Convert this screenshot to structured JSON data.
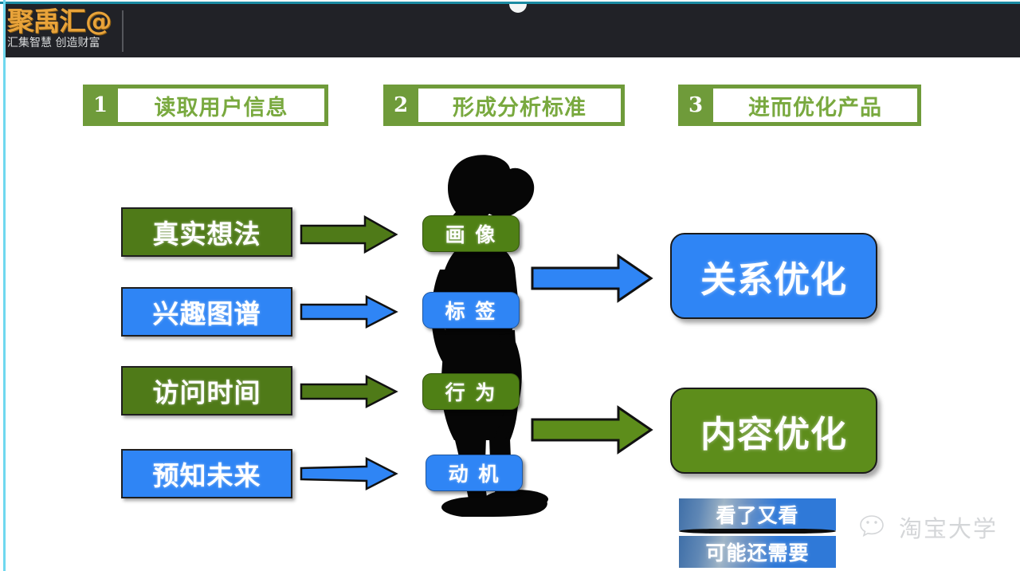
{
  "header": {
    "logo_main": "聚禹汇@",
    "logo_sub": "汇集智慧 创造财富",
    "background_color": "#212227"
  },
  "steps": [
    {
      "number": "1",
      "label": "读取用户信息"
    },
    {
      "number": "2",
      "label": "形成分析标准"
    },
    {
      "number": "3",
      "label": "进而优化产品"
    }
  ],
  "input_chips": [
    {
      "label": "真实想法",
      "color": "#4f7a18",
      "style": "green"
    },
    {
      "label": "兴趣图谱",
      "color": "#2f85f5",
      "style": "blue"
    },
    {
      "label": "访问时间",
      "color": "#4f7a18",
      "style": "green"
    },
    {
      "label": "预知未来",
      "color": "#2f85f5",
      "style": "blue"
    }
  ],
  "center_pills": [
    {
      "label": "画 像",
      "color": "#4f8015",
      "style": "green"
    },
    {
      "label": "标 签",
      "color": "#2f85f5",
      "style": "blue"
    },
    {
      "label": "行 为",
      "color": "#4f8015",
      "style": "green"
    },
    {
      "label": "动 机",
      "color": "#2f85f5",
      "style": "blue"
    }
  ],
  "output_boxes": [
    {
      "label": "关系优化",
      "color": "#2f85f5",
      "style": "blue"
    },
    {
      "label": "内容优化",
      "color": "#5d8d1b",
      "style": "green"
    }
  ],
  "recommend_bars": [
    {
      "label": "看了又看"
    },
    {
      "label": "可能还需要"
    }
  ],
  "watermark": {
    "label": "淘宝大学",
    "icon": "wechat-icon"
  },
  "colors": {
    "green": "#6f9b3a",
    "green_dark": "#4f7a18",
    "blue": "#2f85f5",
    "header_dark": "#212227",
    "accent_orange": "#e8a33a",
    "edge_cyan": "#6fd8ef"
  }
}
